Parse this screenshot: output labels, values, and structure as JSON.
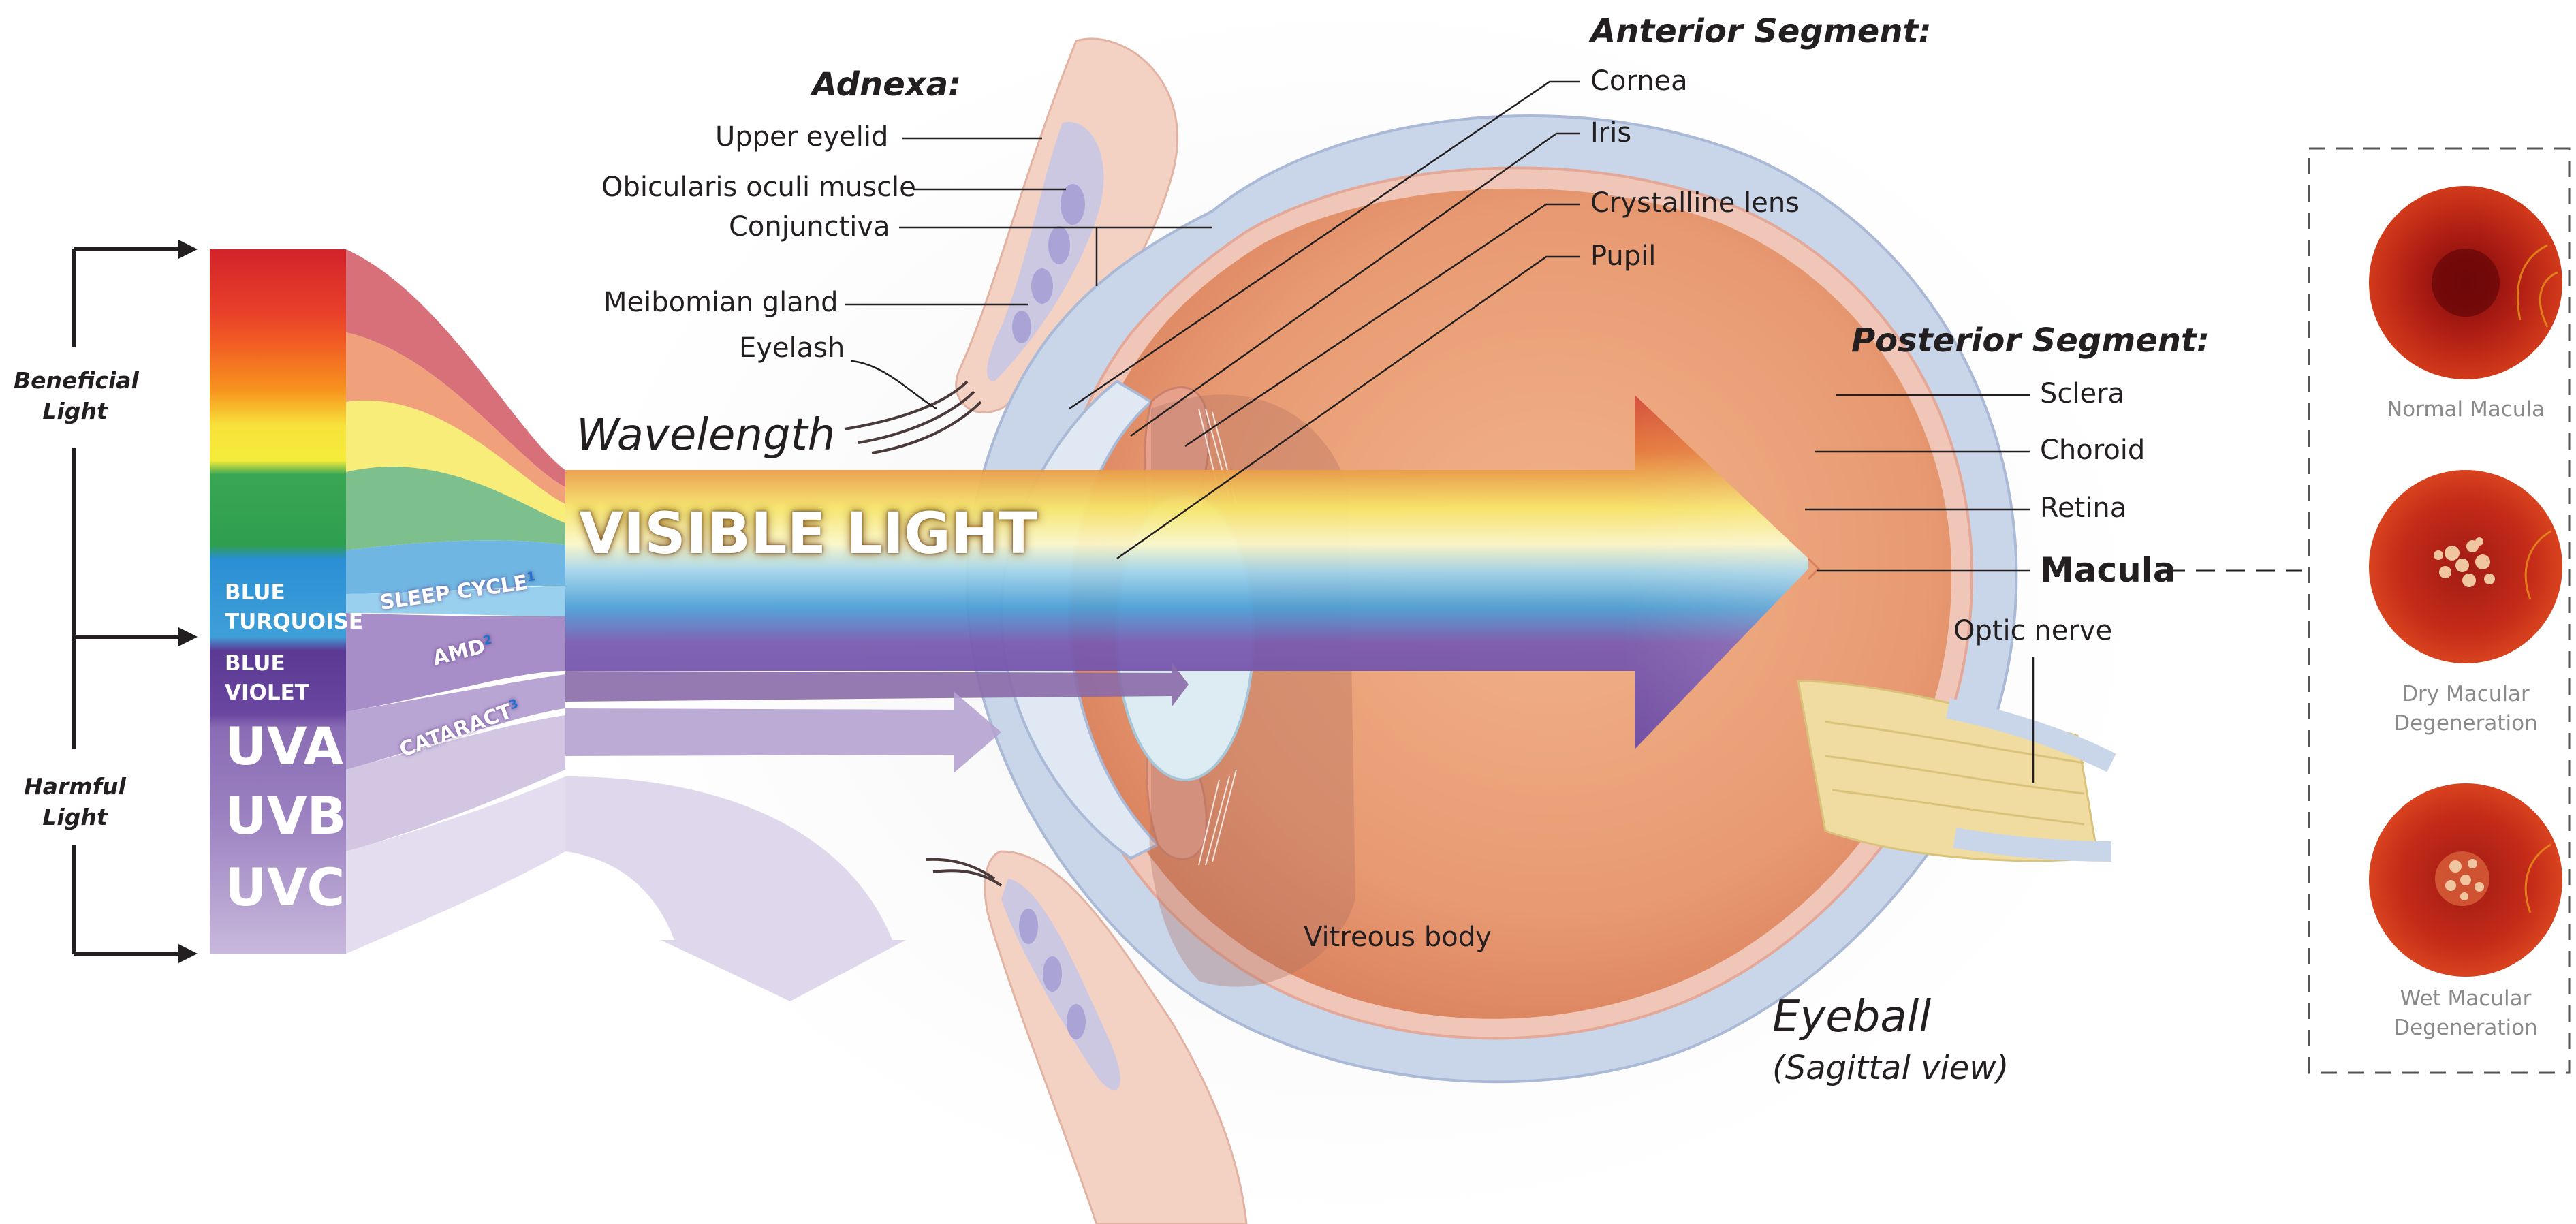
{
  "light_types": {
    "beneficial": "Beneficial\nLight",
    "harmful": "Harmful\nLight"
  },
  "spectrum_bands": {
    "blue_turquoise": "BLUE\nTURQUOISE",
    "blue_violet": "BLUE\nVIOLET",
    "uva": "UVA",
    "uvb": "UVB",
    "uvc": "UVC"
  },
  "effects": {
    "sleep_cycle": {
      "label": "SLEEP CYCLE",
      "ref": "1"
    },
    "amd": {
      "label": "AMD",
      "ref": "2"
    },
    "cataract": {
      "label": "CATARACT",
      "ref": "3"
    }
  },
  "beam": {
    "wavelength": "Wavelength",
    "visible_light": "VISIBLE LIGHT"
  },
  "adnexa": {
    "title": "Adnexa:",
    "parts": [
      "Upper eyelid",
      "Obicularis oculi muscle",
      "Conjunctiva",
      "Meibomian gland",
      "Eyelash"
    ]
  },
  "anterior_segment": {
    "title": "Anterior Segment:",
    "parts": [
      "Cornea",
      "Iris",
      "Crystalline lens",
      "Pupil"
    ]
  },
  "posterior_segment": {
    "title": "Posterior Segment:",
    "parts": [
      "Sclera",
      "Choroid",
      "Retina"
    ],
    "macula": "Macula",
    "optic_nerve": "Optic nerve"
  },
  "vitreous_body": "Vitreous body",
  "eyeball": {
    "title": "Eyeball",
    "subtitle": "(Sagittal view)"
  },
  "macula_images": [
    {
      "caption": "Normal Macula",
      "condition": "normal"
    },
    {
      "caption": "Dry Macular\nDegeneration",
      "condition": "dry"
    },
    {
      "caption": "Wet Macular\nDegeneration",
      "condition": "wet"
    }
  ],
  "colors": {
    "red": "#d2232a",
    "orange": "#f15a24",
    "yellow": "#f7e23b",
    "green": "#2e9e4f",
    "blue": "#2a8fd4",
    "violet": "#5b3a94",
    "uv": "#7b5aa6",
    "sclera": "#c9d6ea",
    "eye_interior": "#e8a07a",
    "lens": "#d8ecf2",
    "optic_nerve": "#f0dca0"
  }
}
